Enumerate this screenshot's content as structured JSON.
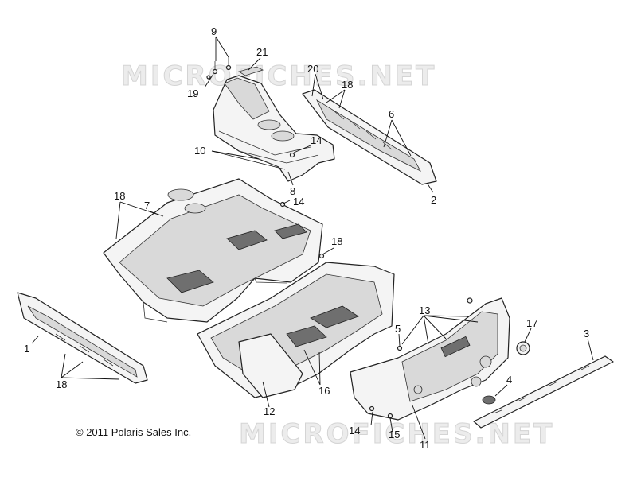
{
  "copyright": "© 2011 Polaris Sales Inc.",
  "watermark": "MICROFICHES.NET",
  "callouts": {
    "c9": "9",
    "c21": "21",
    "c19": "19",
    "c20": "20",
    "c18a": "18",
    "c6": "6",
    "c10": "10",
    "c14a": "14",
    "c8": "8",
    "c2": "2",
    "c7": "7",
    "c18b": "18",
    "c14b": "14",
    "c18c": "18",
    "c1": "1",
    "c18d": "18",
    "c13": "13",
    "c5": "5",
    "c17": "17",
    "c3": "3",
    "c4": "4",
    "c16": "16",
    "c12": "12",
    "c14c": "14",
    "c15": "15",
    "c11": "11"
  }
}
